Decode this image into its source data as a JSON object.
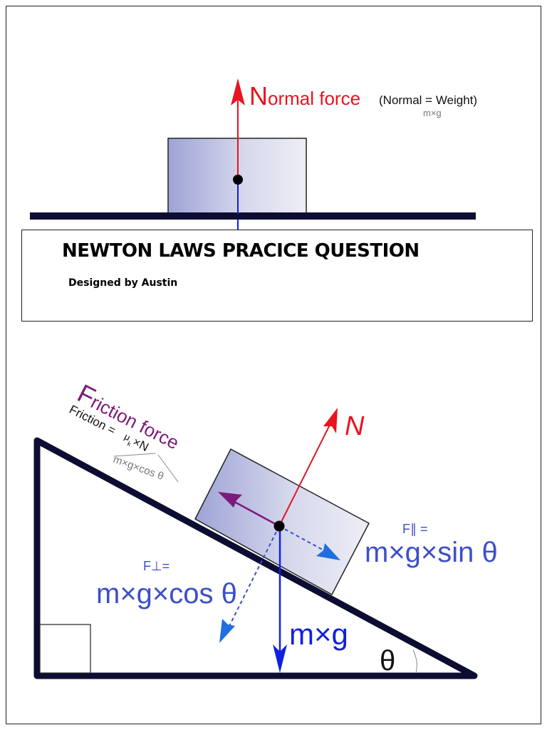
{
  "document": {
    "title": "NEWTON LAWS PRACICE QUESTION",
    "subtitle": "Designed by Austin"
  },
  "top_diagram": {
    "normal_force_initial": "N",
    "normal_force_rest": "ormal force",
    "normal_relation": "(Normal = Weight)",
    "weight_formula": "m×g"
  },
  "incline_diagram": {
    "friction_initial": "F",
    "friction_rest": "riction force",
    "friction_formula_lhs": "Friction =",
    "friction_mu": "μ",
    "friction_mu_sub": "k",
    "friction_formula_rhs": "×N",
    "friction_normal_formula": "m×g×cos θ",
    "normal_label": "N",
    "parallel_label": "F∥ =",
    "parallel_formula": "m×g×sin θ",
    "perpendicular_label": "F⊥=",
    "perpendicular_formula": "m×g×cos θ",
    "weight_label": "m×g",
    "angle_label": "θ"
  },
  "colors": {
    "normal": "#e8141e",
    "friction": "#7b1a7b",
    "component": "#3d4fc9",
    "weight": "#1020e0",
    "dashed": "#1f6fe0",
    "frame": "#0d0d33"
  }
}
